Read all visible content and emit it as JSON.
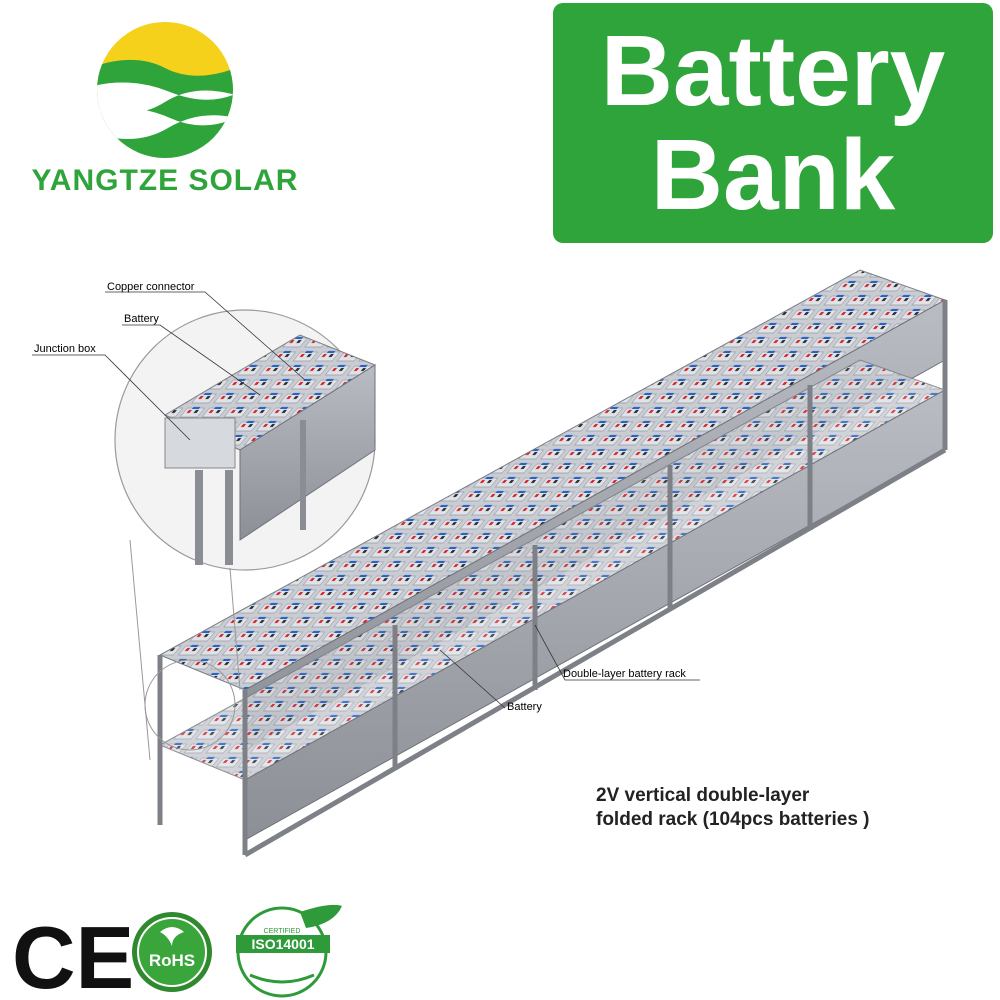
{
  "brand": {
    "name": "YANGTZE SOLAR",
    "primary_color": "#2ea43a",
    "sun_color": "#f5d11b"
  },
  "title": {
    "line1": "Battery",
    "line2": "Bank",
    "bg_color": "#2ea43a"
  },
  "callouts": {
    "copper_connector": "Copper connector",
    "battery_top": "Battery",
    "junction_box": "Junction box",
    "double_layer_rack": "Double-layer battery rack",
    "battery_bottom": "Battery"
  },
  "caption": {
    "line1": "2V vertical double-layer",
    "line2": "folded rack (104pcs batteries )"
  },
  "certifications": [
    {
      "label": "CE",
      "icon": "ce-mark-icon"
    },
    {
      "label": "RoHS",
      "icon": "rohs-badge-icon"
    },
    {
      "label": "ISO14001",
      "sublabel": "CERTIFIED",
      "icon": "iso14001-badge-icon"
    }
  ]
}
